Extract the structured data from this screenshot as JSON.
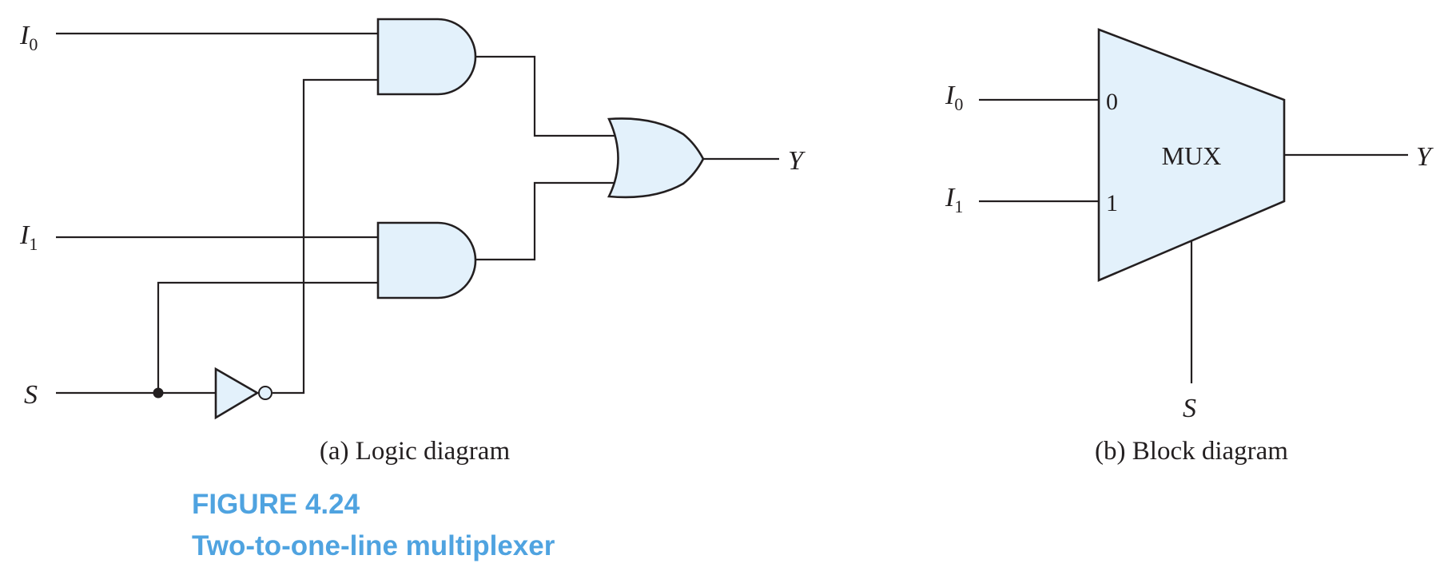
{
  "logic_diagram": {
    "caption": "(a) Logic diagram",
    "inputs": [
      {
        "base": "I",
        "sub": "0"
      },
      {
        "base": "I",
        "sub": "1"
      },
      {
        "base": "S",
        "sub": ""
      }
    ],
    "output": "Y"
  },
  "block_diagram": {
    "caption": "(b) Block diagram",
    "block_label": "MUX",
    "pin_0": "0",
    "pin_1": "1",
    "inputs": [
      {
        "base": "I",
        "sub": "0"
      },
      {
        "base": "I",
        "sub": "1"
      }
    ],
    "select": "S",
    "output": "Y"
  },
  "figure": {
    "number": "FIGURE 4.24",
    "title": "Two-to-one-line multiplexer"
  },
  "colors": {
    "gate_fill": "#e3f1fb",
    "line": "#231f20",
    "caption_accent": "#4fa3e0"
  }
}
